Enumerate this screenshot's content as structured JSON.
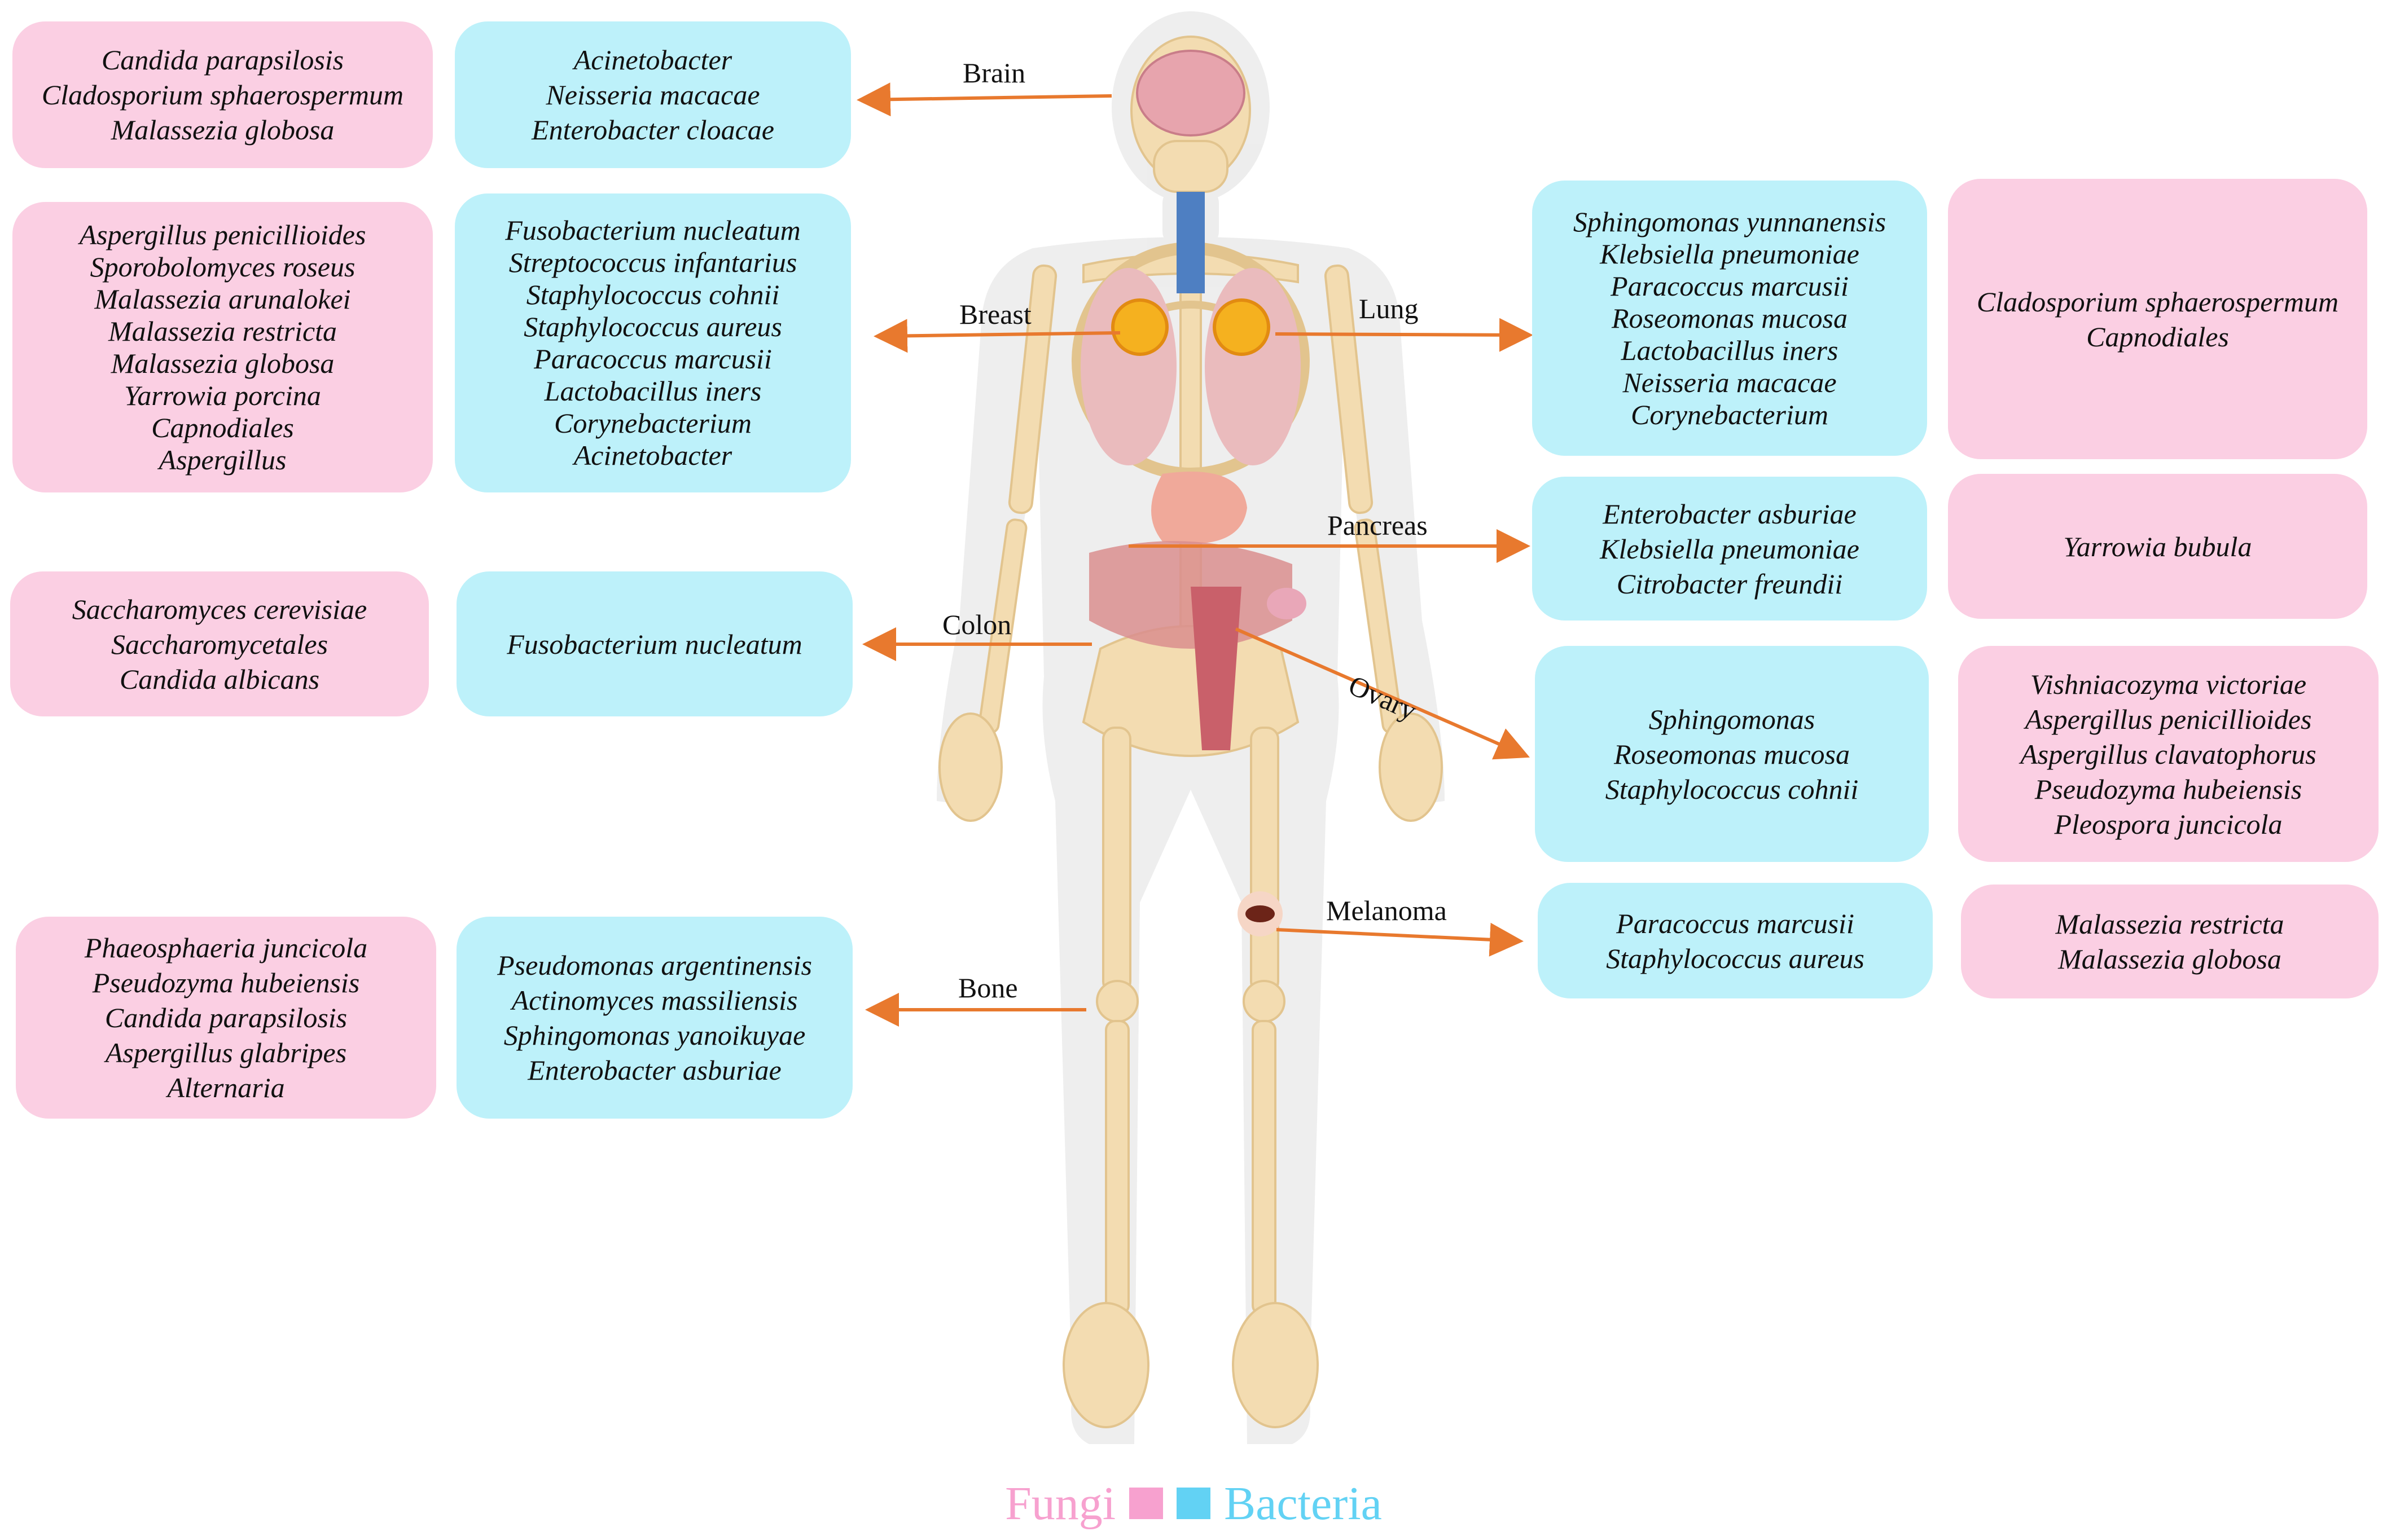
{
  "organs": [
    {
      "id": "brain",
      "label": "Brain",
      "fungi": [
        "Candida parapsilosis",
        "Cladosporium sphaerospermum",
        "Malassezia globosa"
      ],
      "bacteria": [
        "Acinetobacter",
        "Neisseria macacae",
        "Enterobacter cloacae"
      ]
    },
    {
      "id": "breast",
      "label": "Breast",
      "fungi": [
        "Aspergillus penicillioides",
        "Sporobolomyces roseus",
        "Malassezia arunalokei",
        "Malassezia restricta",
        "Malassezia globosa",
        "Yarrowia porcina",
        "Capnodiales",
        "Aspergillus"
      ],
      "bacteria": [
        "Fusobacterium nucleatum",
        "Streptococcus infantarius",
        "Staphylococcus cohnii",
        "Staphylococcus aureus",
        "Paracoccus marcusii",
        "Lactobacillus iners",
        "Corynebacterium",
        "Acinetobacter"
      ]
    },
    {
      "id": "colon",
      "label": "Colon",
      "fungi": [
        "Saccharomyces cerevisiae",
        "Saccharomycetales",
        "Candida albicans"
      ],
      "bacteria": [
        "Fusobacterium nucleatum"
      ]
    },
    {
      "id": "bone",
      "label": "Bone",
      "fungi": [
        "Phaeosphaeria juncicola",
        "Pseudozyma hubeiensis",
        "Candida parapsilosis",
        "Aspergillus glabripes",
        "Alternaria"
      ],
      "bacteria": [
        "Pseudomonas argentinensis",
        "Actinomyces massiliensis",
        "Sphingomonas yanoikuyae",
        "Enterobacter asburiae"
      ]
    },
    {
      "id": "lung",
      "label": "Lung",
      "bacteria": [
        "Sphingomonas yunnanensis",
        "Klebsiella pneumoniae",
        "Paracoccus marcusii",
        "Roseomonas mucosa",
        "Lactobacillus iners",
        "Neisseria macacae",
        "Corynebacterium"
      ],
      "fungi": [
        "Cladosporium sphaerospermum",
        "Capnodiales"
      ]
    },
    {
      "id": "pancreas",
      "label": "Pancreas",
      "bacteria": [
        "Enterobacter asburiae",
        "Klebsiella pneumoniae",
        "Citrobacter freundii"
      ],
      "fungi": [
        "Yarrowia bubula"
      ]
    },
    {
      "id": "ovary",
      "label": "Ovary",
      "bacteria": [
        "Sphingomonas",
        "Roseomonas mucosa",
        "Staphylococcus cohnii"
      ],
      "fungi": [
        "Vishniacozyma victoriae",
        "Aspergillus penicillioides",
        "Aspergillus clavatophorus",
        "Pseudozyma hubeiensis",
        "Pleospora juncicola"
      ]
    },
    {
      "id": "melanoma",
      "label": "Melanoma",
      "bacteria": [
        "Paracoccus marcusii",
        "Staphylococcus aureus"
      ],
      "fungi": [
        "Malassezia restricta",
        "Malassezia globosa"
      ]
    }
  ],
  "legend": {
    "fungi": "Fungi",
    "bacteria": "Bacteria"
  },
  "colors": {
    "fungi_box": "#fbcfe3",
    "bacteria_box": "#bdf1fa",
    "arrow": "#e8792e",
    "bone": "#f3dcb1",
    "legend_fungi": "#f7a1cf",
    "legend_bacteria": "#62d2f4"
  }
}
